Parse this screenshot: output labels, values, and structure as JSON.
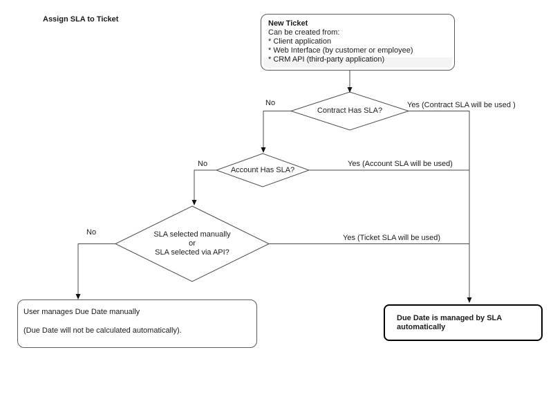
{
  "title": "Assign SLA to Ticket",
  "nodes": {
    "new_ticket": {
      "heading": "New Ticket",
      "lines": [
        "Can be created from:",
        "* Client application",
        "* Web Interface (by customer or employee)",
        "* CRM API (third-party application)"
      ]
    },
    "contract_decision": {
      "label": "Contract Has SLA?"
    },
    "account_decision": {
      "label": "Account Has SLA?"
    },
    "manual_decision": {
      "lines": [
        "SLA selected manually",
        "or",
        "SLA selected via API?"
      ]
    },
    "manual_due_date": {
      "lines": [
        "User manages Due Date manually",
        "(Due Date will not be calculated automatically)."
      ]
    },
    "sla_due_date": {
      "lines": [
        "Due Date is managed by SLA",
        "automatically"
      ]
    }
  },
  "edges": {
    "contract_no": "No",
    "contract_yes": "Yes (Contract SLA will be used )",
    "account_no": "No",
    "account_yes": "Yes (Account SLA will be used)",
    "manual_no": "No",
    "manual_yes": "Yes (Ticket SLA will be used)"
  },
  "colors": {
    "line": "#4a4a4a",
    "text": "#1a1a1a",
    "box_border": "#5a5a5a",
    "emphasis_border": "#000000"
  }
}
